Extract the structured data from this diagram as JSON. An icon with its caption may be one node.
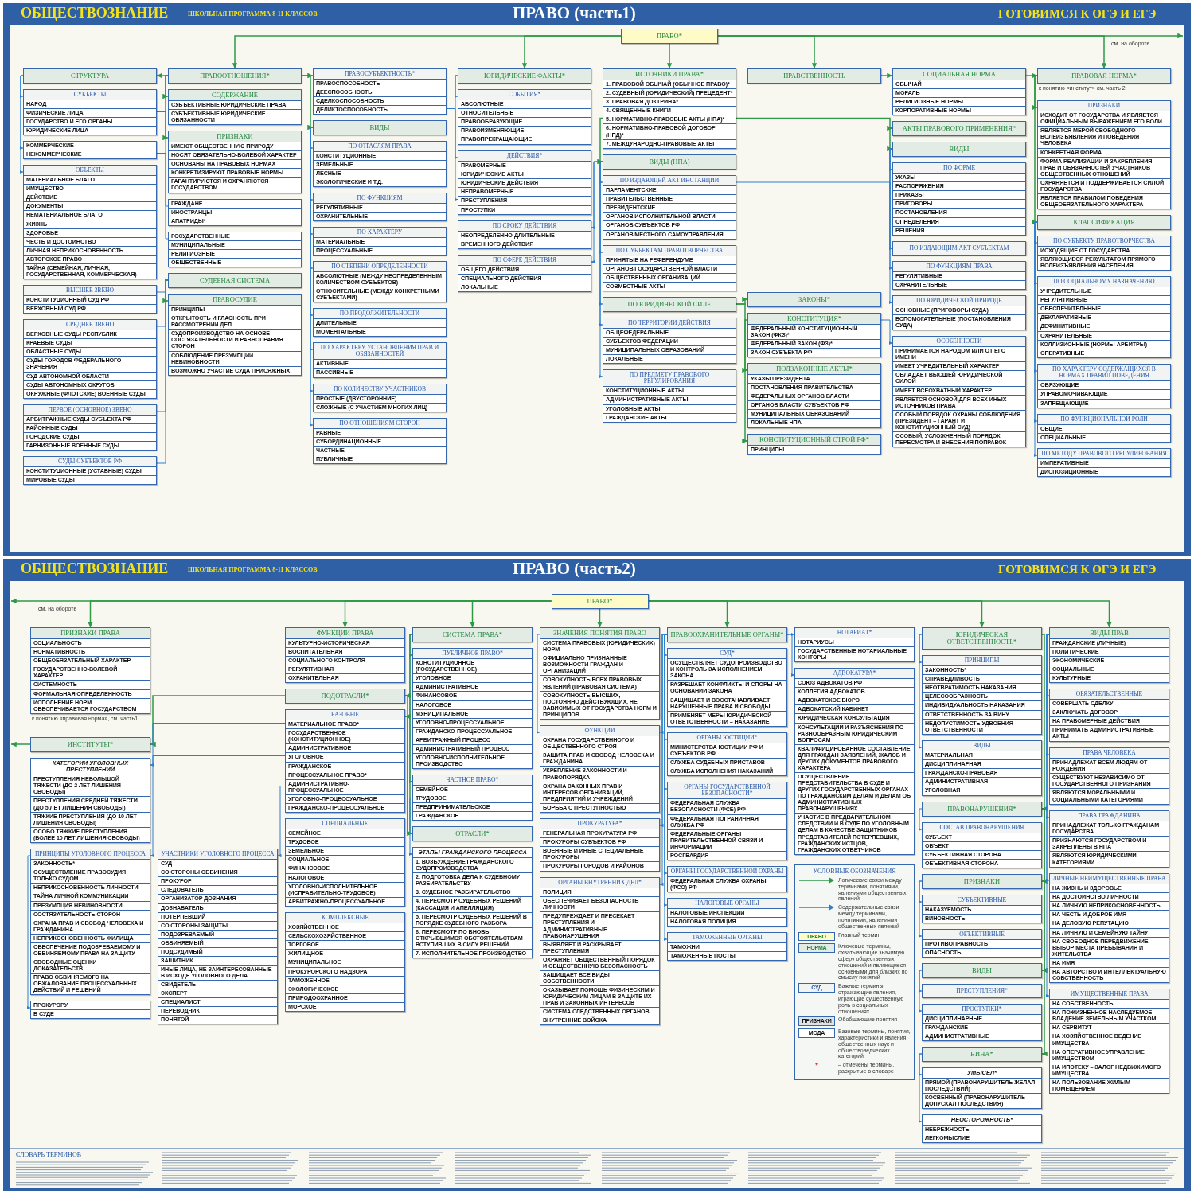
{
  "diagram": {
    "nodes": [
      {
        "text": [
          "ПРАВООТНОШЕНИЯ*"
        ]
      },
      {
        "text": [
          "СОДЕРЖАНИЕ",
          "СУБЪЕКТИВНЫЕ ЮРИДИЧЕСКИЕ ПРАВА",
          "СУБЪЕКТИВНЫЕ ЮРИДИЧЕСКИЕ ОБЯЗАННОСТИ"
        ]
      },
      {
        "text": [
          "ПРИЗНАКИ",
          "ИМЕЮТ ОБЩЕСТВЕННУЮ ПРИРОДУ",
          "НОСЯТ ОБЯЗАТЕЛЬНО-ВОЛЕВОЙ ХАРАКТЕР",
          "ОСНОВАНЫ НА ПРАВОВЫХ НОРМАХ",
          "КОНКРЕТИЗИРУЮТ ПРАВОВЫЕ НОРМЫ",
          "ГАРАНТИРУЮТСЯ И ОХРАНЯЮТСЯ ГОСУДАРСТВОМ"
        ]
      },
      {
        "text": [
          "СТРУКТУРА"
        ]
      },
      {
        "text": [
          "СУБЪЕКТЫ",
          "НАРОД",
          "ФИЗИЧЕСКИЕ ЛИЦА",
          "ГОСУДАРСТВО И ЕГО ОРГАНЫ",
          "ЮРИДИЧЕСКИЕ ЛИЦА"
        ]
      },
      {
        "text": [
          "ГРАЖДАНЕ",
          "ИНОСТРАНЦЫ",
          "АПАТРИДЫ*"
        ]
      },
      {
        "text": [
          "КОММЕРЧЕСКИЕ",
          "НЕКОММЕРЧЕСКИЕ"
        ]
      },
      {
        "text": [
          "ГОСУДАРСТВЕННЫЕ",
          "МУНИЦИПАЛЬНЫЕ",
          "РЕЛИГИОЗНЫЕ",
          "ОБЩЕСТВЕННЫЕ"
        ]
      },
      {
        "text": [
          "ОБЪЕКТЫ",
          "МАТЕРИАЛЬНОЕ БЛАГО",
          "ИМУЩЕСТВО",
          "ДЕЙСТВИЕ",
          "ДОКУМЕНТЫ",
          "НЕМАТЕРИАЛЬНОЕ БЛАГО",
          "ЖИЗНЬ",
          "ЗДОРОВЬЕ",
          "ЧЕСТЬ И ДОСТОИНСТВО",
          "ЛИЧНАЯ НЕПРИКОСНОВЕННОСТЬ",
          "АВТОРСКОЕ ПРАВО",
          "ТАЙНА (СЕМЕЙНАЯ, ЛИЧНАЯ, ГОСУДАРСТВЕННАЯ, КОММЕРЧЕСКАЯ)"
        ]
      },
      {
        "text": [
          "ПРАВОСУБЪЕКТНОСТЬ*",
          "ПРАВОСПОСОБНОСТЬ",
          "ДЕЕСПОСОБНОСТЬ",
          "СДЕЛКОСПОСОБНОСТЬ",
          "ДЕЛИКТОСПОСОБНОСТЬ"
        ]
      },
      {
        "text": [
          "ВИДЫ"
        ]
      },
      {
        "text": [
          "ПО ОТРАСЛЯМ ПРАВА",
          "КОНСТИТУЦИОННЫЕ",
          "ЗЕМЕЛЬНЫЕ",
          "ЛЕСНЫЕ",
          "ЭКОЛОГИЧЕСКИЕ И Т.Д."
        ]
      },
      {
        "text": [
          "ПО ФУНКЦИЯМ",
          "РЕГУЛЯТИВНЫЕ",
          "ОХРАНИТЕЛЬНЫЕ"
        ]
      },
      {
        "text": [
          "ПО ХАРАКТЕРУ",
          "МАТЕРИАЛЬНЫЕ",
          "ПРОЦЕССУАЛЬНЫЕ"
        ]
      },
      {
        "text": [
          "ПО СТЕПЕНИ ОПРЕДЕЛЕННОСТИ",
          "АБСОЛЮТНЫЕ (МЕЖДУ НЕОПРЕДЕЛЕННЫМ КОЛИЧЕСТВОМ СУБЪЕКТОВ)",
          "ОТНОСИТЕЛЬНЫЕ (МЕЖДУ КОНКРЕТНЫМИ СУБЪЕКТАМИ)"
        ]
      },
      {
        "text": [
          "ПО ПРОДОЛЖИТЕЛЬНОСТИ",
          "ДЛИТЕЛЬНЫЕ",
          "МОМЕНТАЛЬНЫЕ"
        ]
      },
      {
        "text": [
          "ПО ХАРАКТЕРУ УСТАНОВЛЕНИЯ ПРАВ И ОБЯЗАННОСТЕЙ",
          "АКТИВНЫЕ",
          "ПАССИВНЫЕ"
        ]
      },
      {
        "text": [
          "ПО КОЛИЧЕСТВУ УЧАСТНИКОВ",
          "ПРОСТЫЕ (ДВУСТОРОННИЕ)",
          "СЛОЖНЫЕ (С УЧАСТИЕМ МНОГИХ ЛИЦ)"
        ]
      },
      {
        "text": [
          "ПО ОТНОШЕНИЯМ СТОРОН",
          "РАВНЫЕ",
          "СУБОРДИНАЦИОННЫЕ",
          "ЧАСТНЫЕ",
          "ПУБЛИЧНЫЕ"
        ]
      },
      {
        "text": [
          "ВЫСШЕЕ ЗВЕНО",
          "КОНСТИТУЦИОННЫЙ СУД РФ",
          "ВЕРХОВНЫЙ СУД РФ"
        ]
      },
      {
        "text": [
          "СРЕДНЕЕ ЗВЕНО",
          "ВЕРХОВНЫЕ СУДЫ РЕСПУБЛИК",
          "КРАЕВЫЕ СУДЫ",
          "ОБЛАСТНЫЕ СУДЫ",
          "СУДЫ ГОРОДОВ ФЕДЕРАЛЬНОГО ЗНАЧЕНИЯ",
          "СУД АВТОНОМНОЙ ОБЛАСТИ",
          "СУДЫ АВТОНОМНЫХ ОКРУГОВ",
          "ОКРУЖНЫЕ (ФЛОТСКИЕ) ВОЕННЫЕ СУДЫ"
        ]
      },
      {
        "text": [
          "ПЕРВОЕ (ОСНОВНОЕ) ЗВЕНО",
          "АРБИТРАЖНЫЕ СУДЫ СУБЪЕКТА РФ",
          "РАЙОННЫЕ СУДЫ",
          "ГОРОДСКИЕ СУДЫ",
          "ГАРНИЗОННЫЕ ВОЕННЫЕ СУДЫ"
        ]
      },
      {
        "text": [
          "СУДЫ СУБЪЕКТОВ РФ",
          "КОНСТИТУЦИОННЫЕ (УСТАВНЫЕ) СУДЫ",
          "МИРОВЫЕ СУДЫ"
        ]
      },
      {
        "text": [
          "СУДЕБНАЯ СИСТЕМА"
        ]
      },
      {
        "text": [
          "ПРАВОСУДИЕ",
          "ПРИНЦИПЫ",
          "ОТКРЫТОСТЬ И ГЛАСНОСТЬ ПРИ РАССМОТРЕНИИ ДЕЛ",
          "СУДОПРОИЗВОДСТВО НА ОСНОВЕ СОСТЯЗАТЕЛЬНОСТИ И РАВНОПРАВИЯ СТОРОН",
          "СОБЛЮДЕНИЕ ПРЕЗУМПЦИИ НЕВИНОВНОСТИ",
          "ВОЗМОЖНО УЧАСТИЕ СУДА ПРИСЯЖНЫХ"
        ]
      },
      {
        "text": [
          "ПРАВО*"
        ]
      },
      {
        "text": [
          "ЮРИДИЧЕСКИЕ ФАКТЫ*"
        ]
      },
      {
        "text": [
          "СОБЫТИЯ*",
          "АБСОЛЮТНЫЕ",
          "ОТНОСИТЕЛЬНЫЕ",
          "ПРАВООБРАЗУЮЩИЕ",
          "ПРАВОИЗМЕНЯЮЩИЕ",
          "ПРАВОПРЕКРАЩАЮЩИЕ"
        ]
      },
      {
        "text": [
          "ДЕЙСТВИЯ*",
          "ПРАВОМЕРНЫЕ",
          "ЮРИДИЧЕСКИЕ АКТЫ",
          "ЮРИДИЧЕСКИЕ ДЕЙСТВИЯ",
          "НЕПРАВОМЕРНЫЕ",
          "ПРЕСТУПЛЕНИЯ",
          "ПРОСТУПКИ"
        ]
      },
      {
        "text": [
          "ИСТОЧНИКИ ПРАВА*",
          "1. ПРАВОВОЙ ОБЫЧАЙ (ОБЫЧНОЕ ПРАВО)*",
          "2. СУДЕБНЫЙ (ЮРИДИЧЕСКИЙ) ПРЕЦЕДЕНТ*",
          "3. ПРАВОВАЯ ДОКТРИНА*",
          "4. СВЯЩЕННЫЕ КНИГИ",
          "5. НОРМАТИВНО-ПРАВОВЫЕ АКТЫ (НПА)*",
          "6. НОРМАТИВНО-ПРАВОВОЙ ДОГОВОР (НПД)*",
          "7. МЕЖДУНАРОДНО-ПРАВОВЫЕ АКТЫ"
        ]
      },
      {
        "text": [
          "ВИДЫ (НПА)"
        ]
      },
      {
        "text": [
          "ПО ИЗДАЮЩЕЙ АКТ ИНСТАНЦИИ",
          "ПАРЛАМЕНТСКИЕ",
          "ПРАВИТЕЛЬСТВЕННЫЕ",
          "ПРЕЗИДЕНТСКИЕ",
          "ОРГАНОВ ИСПОЛНИТЕЛЬНОЙ ВЛАСТИ",
          "ОРГАНОВ СУБЪЕКТОВ РФ",
          "ОРГАНОВ МЕСТНОГО САМОУПРАВЛЕНИЯ"
        ]
      },
      {
        "text": [
          "ПО СУБЪЕКТАМ ПРАВОТВОРЧЕСТВА",
          "ПРИНЯТЫЕ НА РЕФЕРЕНДУМЕ",
          "ОРГАНОВ ГОСУДАРСТВЕННОЙ ВЛАСТИ",
          "ОБЩЕСТВЕННЫХ ОРГАНИЗАЦИЙ",
          "СОВМЕСТНЫЕ АКТЫ"
        ]
      },
      {
        "text": [
          "ПО ЮРИДИЧЕСКОЙ СИЛЕ"
        ]
      },
      {
        "text": [
          "ПО СРОКУ ДЕЙСТВИЯ",
          "НЕОПРЕДЕЛЕННО-ДЛИТЕЛЬНЫЕ",
          "ВРЕМЕННОГО ДЕЙСТВИЯ"
        ]
      },
      {
        "text": [
          "ПО ТЕРРИТОРИИ ДЕЙСТВИЯ",
          "ОБЩЕФЕДЕРАЛЬНЫЕ",
          "СУБЪЕКТОВ ФЕДЕРАЦИИ",
          "МУНИЦИПАЛЬНЫХ ОБРАЗОВАНИЙ",
          "ЛОКАЛЬНЫЕ"
        ]
      },
      {
        "text": [
          "ПО СФЕРЕ ДЕЙСТВИЯ",
          "ОБЩЕГО ДЕЙСТВИЯ",
          "СПЕЦИАЛЬНОГО ДЕЙСТВИЯ",
          "ЛОКАЛЬНЫЕ"
        ]
      },
      {
        "text": [
          "ПО ПРЕДМЕТУ ПРАВОВОГО РЕГУЛИРОВАНИЯ",
          "КОНСТИТУЦИОННЫЕ АКТЫ",
          "АДМИНИСТРАТИВНЫЕ АКТЫ",
          "УГОЛОВНЫЕ АКТЫ",
          "ГРАЖДАНСКИЕ АКТЫ"
        ]
      },
      {
        "text": [
          "ЗАКОНЫ*"
        ]
      },
      {
        "text": [
          "КОНСТИТУЦИЯ*",
          "ФЕДЕРАЛЬНЫЙ КОНСТИТУЦИОННЫЙ ЗАКОН (ФКЗ)*",
          "ФЕДЕРАЛЬНЫЙ ЗАКОН (ФЗ)*",
          "ЗАКОН СУБЪЕКТА РФ"
        ]
      },
      {
        "text": [
          "ПОДЗАКОННЫЕ АКТЫ*",
          "УКАЗЫ ПРЕЗИДЕНТА",
          "ПОСТАНОВЛЕНИЯ ПРАВИТЕЛЬСТВА",
          "ФЕДЕРАЛЬНЫХ ОРГАНОВ ВЛАСТИ",
          "ОРГАНОВ ВЛАСТИ СУБЪЕКТОВ РФ",
          "МУНИЦИПАЛЬНЫХ ОБРАЗОВАНИЙ",
          "ЛОКАЛЬНЫЕ НПА"
        ]
      },
      {
        "text": [
          "КОНСТИТУЦИОННЫЙ СТРОЙ РФ*",
          "ПРИНЦИПЫ"
        ]
      },
      {
        "text": [
          "НРАВСТВЕННОСТЬ"
        ]
      },
      {
        "text": [
          "СОЦИАЛЬНАЯ НОРМА",
          "ОБЫЧАЙ",
          "МОРАЛЬ",
          "РЕЛИГИОЗНЫЕ НОРМЫ",
          "КОРПОРАТИВНЫЕ НОРМЫ"
        ]
      },
      {
        "text": [
          "АКТЫ ПРАВОВОГО ПРИМЕНЕНИЯ*"
        ]
      },
      {
        "text": [
          "ВИДЫ"
        ]
      },
      {
        "text": [
          "ПО ФОРМЕ",
          "УКАЗЫ",
          "РАСПОРЯЖЕНИЯ",
          "ПРИКАЗЫ",
          "ПРИГОВОРЫ",
          "ПОСТАНОВЛЕНИЯ",
          "ОПРЕДЕЛЕНИЯ",
          "РЕШЕНИЯ"
        ]
      },
      {
        "text": [
          "ПО ИЗДАЮЩИМ АКТ СУБЪЕКТАМ"
        ]
      },
      {
        "text": [
          "ПО ФУНКЦИЯМ ПРАВА",
          "РЕГУЛЯТИВНЫЕ",
          "ОХРАНИТЕЛЬНЫЕ"
        ]
      },
      {
        "text": [
          "ПО ЮРИДИЧЕСКОЙ ПРИРОДЕ",
          "ОСНОВНЫЕ (ПРИГОВОРЫ СУДА)",
          "ВСПОМОГАТЕЛЬНЫЕ (ПОСТАНОВЛЕНИЯ СУДА)"
        ]
      },
      {
        "text": [
          "ОСОБЕННОСТИ",
          "ПРИНИМАЕТСЯ НАРОДОМ ИЛИ ОТ ЕГО ИМЕНИ",
          "ИМЕЕТ УЧРЕДИТЕЛЬНЫЙ ХАРАКТЕР",
          "ОБЛАДАЕТ ВЫСШЕЙ ЮРИДИЧЕСКОЙ СИЛОЙ",
          "ИМЕЕТ ВСЕОХВАТНЫЙ ХАРАКТЕР",
          "ЯВЛЯЕТСЯ ОСНОВОЙ ДЛЯ ВСЕХ ИНЫХ ИСТОЧНИКОВ ПРАВА",
          "ОСОБЫЙ ПОРЯДОК ОХРАНЫ СОБЛЮДЕНИЯ (ПРЕЗИДЕНТ – ГАРАНТ И КОНСТИТУЦИОННЫЙ СУД)",
          "ОСОБЫЙ, УСЛОЖНЕННЫЙ ПОРЯДОК ПЕРЕСМОТРА И ВНЕСЕНИЯ ПОПРАВОК"
        ]
      },
      {
        "text": [
          "ПРАВОВАЯ НОРМА*"
        ]
      },
      {
        "text": [
          "ПРИЗНАКИ",
          "ИСХОДИТ ОТ ГОСУДАРСТВА И ЯВЛЯЕТСЯ ОФИЦИАЛЬНЫМ ВЫРАЖЕНИЕМ ЕГО ВОЛИ",
          "ЯВЛЯЕТСЯ МЕРОЙ СВОБОДНОГО ВОЛЕИЗЪЯВЛЕНИЯ И ПОВЕДЕНИЯ ЧЕЛОВЕКА",
          "КОНКРЕТНАЯ ФОРМА",
          "ФОРМА РЕАЛИЗАЦИИ И ЗАКРЕПЛЕНИЯ ПРАВ И ОБЯЗАННОСТЕЙ УЧАСТНИКОВ ОБЩЕСТВЕННЫХ ОТНОШЕНИЙ",
          "ОХРАНЯЕТСЯ И ПОДДЕРЖИВАЕТСЯ СИЛОЙ ГОСУДАРСТВА",
          "ЯВЛЯЕТСЯ ПРАВИЛОМ ПОВЕДЕНИЯ ОБЩЕОБЯЗАТЕЛЬНОГО ХАРАКТЕРА"
        ]
      },
      {
        "text": [
          "КЛАССИФИКАЦИЯ"
        ]
      },
      {
        "text": [
          "ПО СУБЪЕКТУ ПРАВОТВОРЧЕСТВА",
          "ИСХОДЯЩИЕ ОТ ГОСУДАРСТВА",
          "ЯВЛЯЮЩИЕСЯ РЕЗУЛЬТАТОМ ПРЯМОГО ВОЛЕИЗЪЯВЛЕНИЯ НАСЕЛЕНИЯ"
        ]
      },
      {
        "text": [
          "ПО СОЦИАЛЬНОМУ НАЗНАЧЕНИЮ",
          "УЧРЕДИТЕЛЬНЫЕ",
          "РЕГУЛЯТИВНЫЕ",
          "ОБЕСПЕЧИТЕЛЬНЫЕ",
          "ДЕКЛАРАТИВНЫЕ",
          "ДЕФИНИТИВНЫЕ",
          "ОХРАНИТЕЛЬНЫЕ",
          "КОЛЛИЗИОННЫЕ (НОРМЫ-АРБИТРЫ)",
          "ОПЕРАТИВНЫЕ"
        ]
      },
      {
        "text": [
          "ПО ХАРАКТЕРУ СОДЕРЖАЩИХСЯ В НОРМАХ ПРАВИЛ ПОВЕДЕНИЯ",
          "ОБЯЗУЮЩИЕ",
          "УПРАВОМОЧИВАЮЩИЕ",
          "ЗАПРЕЩАЮЩИЕ"
        ]
      },
      {
        "text": [
          "ПО ФУНКЦИОНАЛЬНОЙ РОЛИ",
          "ОБЩИЕ",
          "СПЕЦИАЛЬНЫЕ"
        ]
      },
      {
        "text": [
          "ПО МЕТОДУ ПРАВОВОГО РЕГУЛИРОВАНИЯ",
          "ИМПЕРАТИВНЫЕ",
          "ДИСПОЗИЦИОННЫЕ"
        ]
      },
      {
        "text": [
          "ПРАВО*"
        ]
      },
      {
        "text": [
          "ПРИЗНАКИ ПРАВА",
          "СОЦИАЛЬНОСТЬ",
          "НОРМАТИВНОСТЬ",
          "ОБЩЕОБЯЗАТЕЛЬНЫЙ ХАРАКТЕР",
          "ГОСУДАРСТВЕННО-ВОЛЕВОЙ ХАРАКТЕР",
          "СИСТЕМНОСТЬ",
          "ФОРМАЛЬНАЯ ОПРЕДЕЛЕННОСТЬ",
          "ИСПОЛНЕНИЕ НОРМ ОБЕСПЕЧИВАЕТСЯ ГОСУДАРСТВОМ"
        ]
      },
      {
        "text": [
          "ФУНКЦИИ ПРАВА",
          "КУЛЬТУРНО-ИСТОРИЧЕСКАЯ",
          "ВОСПИТАТЕЛЬНАЯ",
          "СОЦИАЛЬНОГО КОНТРОЛЯ",
          "РЕГУЛЯТИВНАЯ",
          "ОХРАНИТЕЛЬНАЯ"
        ]
      },
      {
        "text": [
          "СИСТЕМА ПРАВА*"
        ]
      },
      {
        "text": [
          "ПУБЛИЧНОЕ ПРАВО*",
          "КОНСТИТУЦИОННОЕ (ГОСУДАРСТВЕННОЕ)",
          "УГОЛОВНОЕ",
          "АДМИНИСТРАТИВНОЕ",
          "ФИНАНСОВОЕ",
          "НАЛОГОВОЕ",
          "МУНИЦИПАЛЬНОЕ",
          "УГОЛОВНО-ПРОЦЕССУАЛЬНОЕ",
          "ГРАЖДАНСКО-ПРОЦЕССУАЛЬНОЕ",
          "АРБИТРАЖНЫЙ ПРОЦЕСС",
          "АДМИНИСТРАТИВНЫЙ ПРОЦЕСС",
          "УГОЛОВНО-ИСПОЛНИТЕЛЬНОЕ ПРОИЗВОДСТВО"
        ]
      },
      {
        "text": [
          "ЧАСТНОЕ ПРАВО*",
          "СЕМЕЙНОЕ",
          "ТРУДОВОЕ",
          "ПРЕДПРИНИМАТЕЛЬСКОЕ",
          "ГРАЖДАНСКОЕ"
        ]
      },
      {
        "text": [
          "ИНСТИТУТЫ*"
        ]
      },
      {
        "text": [
          "ПОДОТРАСЛИ*"
        ]
      },
      {
        "text": [
          "ОТРАСЛИ*"
        ]
      },
      {
        "text": [
          "КАТЕГОРИИ УГОЛОВНЫХ ПРЕСТУПЛЕНИЙ",
          "ПРЕСТУПЛЕНИЯ НЕБОЛЬШОЙ ТЯЖЕСТИ (ДО 2 ЛЕТ ЛИШЕНИЯ СВОБОДЫ)",
          "ПРЕСТУПЛЕНИЯ СРЕДНЕЙ ТЯЖЕСТИ (ДО 5 ЛЕТ ЛИШЕНИЯ СВОБОДЫ)",
          "ТЯЖКИЕ ПРЕСТУПЛЕНИЯ (ДО 10 ЛЕТ ЛИШЕНИЯ СВОБОДЫ)",
          "ОСОБО ТЯЖКИЕ ПРЕСТУПЛЕНИЯ (БОЛЕЕ 10 ЛЕТ ЛИШЕНИЯ СВОБОДЫ)"
        ]
      },
      {
        "text": [
          "ПРИНЦИПЫ УГОЛОВНОГО ПРОЦЕССА",
          "ЗАКОННОСТЬ*",
          "ОСУЩЕСТВЛЕНИЕ ПРАВОСУДИЯ ТОЛЬКО СУДОМ",
          "НЕПРИКОСНОВЕННОСТЬ ЛИЧНОСТИ",
          "ТАЙНА ЛИЧНОЙ КОММУНИКАЦИИ",
          "ПРЕЗУМПЦИЯ НЕВИНОВНОСТИ",
          "СОСТЯЗАТЕЛЬНОСТЬ СТОРОН",
          "ОХРАНА ПРАВ И СВОБОД ЧЕЛОВЕКА И ГРАЖДАНИНА",
          "НЕПРИКОСНОВЕННОСТЬ ЖИЛИЩА",
          "ОБЕСПЕЧЕНИЕ ПОДОЗРЕВАЕМОМУ И ОБВИНЯЕМОМУ ПРАВА НА ЗАЩИТУ",
          "СВОБОДНЫЕ ОЦЕНКИ ДОКАЗАТЕЛЬСТВ",
          "ПРАВО ОБВИНЯЕМОГО НА ОБЖАЛОВАНИЕ ПРОЦЕССУАЛЬНЫХ ДЕЙСТВИЙ И РЕШЕНИЙ"
        ]
      },
      {
        "text": [
          "ПРОКУРОРУ",
          "В СУДЕ"
        ]
      },
      {
        "text": [
          "УЧАСТНИКИ УГОЛОВНОГО ПРОЦЕССА",
          "СУД",
          "СО СТОРОНЫ ОБВИНЕНИЯ",
          "ПРОКУРОР",
          "СЛЕДОВАТЕЛЬ",
          "ОРГАНИЗАТОР ДОЗНАНИЯ",
          "ДОЗНАВАТЕЛЬ",
          "ПОТЕРПЕВШИЙ",
          "СО СТОРОНЫ ЗАЩИТЫ",
          "ПОДОЗРЕВАЕМЫЙ",
          "ОБВИНЯЕМЫЙ",
          "ПОДСУДИМЫЙ",
          "ЗАЩИТНИК",
          "ИНЫЕ ЛИЦА, НЕ ЗАИНТЕРЕСОВАННЫЕ В ИСХОДЕ УГОЛОВНОГО ДЕЛА",
          "СВИДЕТЕЛЬ",
          "ЭКСПЕРТ",
          "СПЕЦИАЛИСТ",
          "ПЕРЕВОДЧИК",
          "ПОНЯТОЙ"
        ]
      },
      {
        "text": [
          "БАЗОВЫЕ",
          "МАТЕРИАЛЬНОЕ ПРАВО*",
          "ГОСУДАРСТВЕННОЕ (КОНСТИТУЦИОННОЕ)",
          "АДМИНИСТРАТИВНОЕ",
          "УГОЛОВНОЕ",
          "ГРАЖДАНСКОЕ",
          "ПРОЦЕССУАЛЬНОЕ ПРАВО*",
          "АДМИНИСТРАТИВНО-ПРОЦЕССУАЛЬНОЕ",
          "УГОЛОВНО-ПРОЦЕССУАЛЬНОЕ",
          "ГРАЖДАНСКО-ПРОЦЕССУАЛЬНОЕ"
        ]
      },
      {
        "text": [
          "СПЕЦИАЛЬНЫЕ",
          "СЕМЕЙНОЕ",
          "ТРУДОВОЕ",
          "ЗЕМЕЛЬНОЕ",
          "СОЦИАЛЬНОЕ",
          "ФИНАНСОВОЕ",
          "НАЛОГОВОЕ",
          "УГОЛОВНО-ИСПОЛНИТЕЛЬНОЕ (ИСПРАВИТЕЛЬНО-ТРУДОВОЕ)",
          "АРБИТРАЖНО-ПРОЦЕССУАЛЬНОЕ"
        ]
      },
      {
        "text": [
          "КОМПЛЕКСНЫЕ",
          "ХОЗЯЙСТВЕННОЕ",
          "СЕЛЬСКОХОЗЯЙСТВЕННОЕ",
          "ТОРГОВОЕ",
          "ЖИЛИЩНОЕ",
          "МУНИЦИПАЛЬНОЕ",
          "ПРОКУРОРСКОГО НАДЗОРА",
          "ТАМОЖЕННОЕ",
          "ЭКОЛОГИЧЕСКОЕ",
          "ПРИРОДООХРАННОЕ",
          "МОРСКОЕ"
        ]
      },
      {
        "text": [
          "ЭТАПЫ ГРАЖДАНСКОГО ПРОЦЕССА",
          "1. ВОЗБУЖДЕНИЕ ГРАЖДАНСКОГО СУДОПРОИЗВОДСТВА",
          "2. ПОДГОТОВКА ДЕЛА К СУДЕБНОМУ РАЗБИРАТЕЛЬСТВУ",
          "3. СУДЕБНОЕ РАЗБИРАТЕЛЬСТВО",
          "4. ПЕРЕСМОТР СУДЕБНЫХ РЕШЕНИЙ (КАССАЦИЯ И АПЕЛЛЯЦИЯ)",
          "5. ПЕРЕСМОТР СУДЕБНЫХ РЕШЕНИЙ В ПОРЯДКЕ СУДЕБНОГО РАЗБОРА",
          "6. ПЕРЕСМОТР ПО ВНОВЬ ОТКРЫВШИМСЯ ОБСТОЯТЕЛЬСТВАМ ВСТУПИВШИХ В СИЛУ РЕШЕНИЙ",
          "7. ИСПОЛНИТЕЛЬНОЕ ПРОИЗВОДСТВО"
        ]
      },
      {
        "text": [
          "ЗНАЧЕНИЯ ПОНЯТИЯ ПРАВО",
          "СИСТЕМА ПРАВОВЫХ (ЮРИДИЧЕСКИХ) НОРМ",
          "ОФИЦИАЛЬНО ПРИЗНАННЫЕ ВОЗМОЖНОСТИ ГРАЖДАН И ОРГАНИЗАЦИЙ",
          "СОВОКУПНОСТЬ ВСЕХ ПРАВОВЫХ ЯВЛЕНИЙ (ПРАВОВАЯ СИСТЕМА)",
          "СОВОКУПНОСТЬ ВЫСШИХ, ПОСТОЯННО ДЕЙСТВУЮЩИХ, НЕ ЗАВИСИМЫХ ОТ ГОСУДАРСТВА НОРМ И ПРИНЦИПОВ"
        ]
      },
      {
        "text": [
          "ФУНКЦИИ",
          "ОХРАНА ГОСУДАРСТВЕННОГО И ОБЩЕСТВЕННОГО СТРОЯ",
          "ЗАЩИТА ПРАВ И СВОБОД ЧЕЛОВЕКА И ГРАЖДАНИНА",
          "УКРЕПЛЕНИЕ ЗАКОННОСТИ И ПРАВОПОРЯДКА",
          "ОХРАНА ЗАКОННЫХ ПРАВ И ИНТЕРЕСОВ ОРГАНИЗАЦИЙ, ПРЕДПРИЯТИЙ И УЧРЕЖДЕНИЙ",
          "БОРЬБА С ПРЕСТУПНОСТЬЮ"
        ]
      },
      {
        "text": [
          "ПРОКУРАТУРА*",
          "ГЕНЕРАЛЬНАЯ ПРОКУРАТУРА РФ",
          "ПРОКУРОРЫ СУБЪЕКТОВ РФ",
          "ВОЕННЫЕ И ИНЫЕ СПЕЦИАЛЬНЫЕ ПРОКУРОРЫ",
          "ПРОКУРОРЫ ГОРОДОВ И РАЙОНОВ"
        ]
      },
      {
        "text": [
          "ОРГАНЫ ВНУТРЕННИХ ДЕЛ*",
          "ПОЛИЦИЯ",
          "ОБЕСПЕЧИВАЕТ БЕЗОПАСНОСТЬ ЛИЧНОСТИ",
          "ПРЕДУПРЕЖДАЕТ И ПРЕСЕКАЕТ ПРЕСТУПЛЕНИЯ И АДМИНИСТРАТИВНЫЕ ПРАВОНАРУШЕНИЯ",
          "ВЫЯВЛЯЕТ И РАСКРЫВАЕТ ПРЕСТУПЛЕНИЯ",
          "ОХРАНЯЕТ ОБЩЕСТВЕННЫЙ ПОРЯДОК И ОБЩЕСТВЕННУЮ БЕЗОПАСНОСТЬ",
          "ЗАЩИЩАЕТ ВСЕ ВИДЫ СОБСТВЕННОСТИ",
          "ОКАЗЫВАЕТ ПОМОЩЬ ФИЗИЧЕСКИМ И ЮРИДИЧЕСКИМ ЛИЦАМ В ЗАЩИТЕ ИХ ПРАВ И ЗАКОННЫХ ИНТЕРЕСОВ",
          "СИСТЕМА СЛЕДСТВЕННЫХ ОРГАНОВ",
          "ВНУТРЕННИЕ ВОЙСКА"
        ]
      },
      {
        "text": [
          "ПРАВООХРАНИТЕЛЬНЫЕ ОРГАНЫ*"
        ]
      },
      {
        "text": [
          "СУД*",
          "ОСУЩЕСТВЛЯЕТ СУДОПРОИЗВОДСТВО И КОНТРОЛЬ ЗА ИСПОЛНЕНИЕМ ЗАКОНА",
          "РАЗРЕШАЕТ КОНФЛИКТЫ И СПОРЫ НА ОСНОВАНИИ ЗАКОНА",
          "ЗАЩИЩАЕТ И ВОССТАНАВЛИВАЕТ НАРУШЕННЫЕ ПРАВА И СВОБОДЫ",
          "ПРИМЕНЯЕТ МЕРЫ ЮРИДИЧЕСКОЙ ОТВЕТСТВЕННОСТИ – НАКАЗАНИЕ"
        ]
      },
      {
        "text": [
          "ОРГАНЫ ЮСТИЦИИ*",
          "МИНИСТЕРСТВА ЮСТИЦИИ РФ И СУБЪЕКТОВ РФ",
          "СЛУЖБА СУДЕБНЫХ ПРИСТАВОВ",
          "СЛУЖБА ИСПОЛНЕНИЯ НАКАЗАНИЙ"
        ]
      },
      {
        "text": [
          "ОРГАНЫ ГОСУДАРСТВЕННОЙ БЕЗОПАСНОСТИ*",
          "ФЕДЕРАЛЬНАЯ СЛУЖБА БЕЗОПАСНОСТИ (ФСБ) РФ",
          "ФЕДЕРАЛЬНАЯ ПОГРАНИЧНАЯ СЛУЖБА РФ",
          "ФЕДЕРАЛЬНЫЕ ОРГАНЫ ПРАВИТЕЛЬСТВЕННОЙ СВЯЗИ И ИНФОРМАЦИИ",
          "РОСГВАРДИЯ"
        ]
      },
      {
        "text": [
          "ОРГАНЫ ГОСУДАРСТВЕННОЙ ОХРАНЫ",
          "ФЕДЕРАЛЬНАЯ СЛУЖБА ОХРАНЫ (ФСО) РФ"
        ]
      },
      {
        "text": [
          "НАЛОГОВЫЕ ОРГАНЫ",
          "НАЛОГОВЫЕ ИНСПЕКЦИИ",
          "НАЛОГОВАЯ ПОЛИЦИЯ"
        ]
      },
      {
        "text": [
          "ТАМОЖЕННЫЕ ОРГАНЫ",
          "ТАМОЖНИ",
          "ТАМОЖЕННЫЕ ПОСТЫ"
        ]
      },
      {
        "text": [
          "НОТАРИАТ*",
          "НОТАРИУСЫ",
          "ГОСУДАРСТВЕННЫЕ НОТАРИАЛЬНЫЕ КОНТОРЫ"
        ]
      },
      {
        "text": [
          "АДВОКАТУРА*",
          "СОЮЗ АДВОКАТОВ РФ",
          "КОЛЛЕГИЯ АДВОКАТОВ",
          "АДВОКАТСКОЕ БЮРО",
          "АДВОКАТСКИЙ КАБИНЕТ",
          "ЮРИДИЧЕСКАЯ КОНСУЛЬТАЦИЯ",
          "КОНСУЛЬТАЦИИ И РАЗЪЯСНЕНИЯ ПО РАЗНООБРАЗНЫМ ЮРИДИЧЕСКИМ ВОПРОСАМ",
          "КВАЛИФИЦИРОВАННОЕ СОСТАВЛЕНИЕ ДЛЯ ГРАЖДАН ЗАЯВЛЕНИЙ, ЖАЛОБ И ДРУГИХ ДОКУМЕНТОВ ПРАВОВОГО ХАРАКТЕРА",
          "ОСУЩЕСТВЛЕНИЕ ПРЕДСТАВИТЕЛЬСТВА В СУДЕ И ДРУГИХ ГОСУДАРСТВЕННЫХ ОРГАНАХ ПО ГРАЖДАНСКИМ ДЕЛАМ И ДЕЛАМ ОБ АДМИНИСТРАТИВНЫХ ПРАВОНАРУШЕНИЯХ",
          "УЧАСТИЕ В ПРЕДВАРИТЕЛЬНОМ СЛЕДСТВИИ И В СУДЕ ПО УГОЛОВНЫМ ДЕЛАМ В КАЧЕСТВЕ ЗАЩИТНИКОВ ПРЕДСТАВИТЕЛЕЙ ПОТЕРПЕВШИХ, ГРАЖДАНСКИХ ИСТЦОВ, ГРАЖДАНСКИХ ОТВЕТЧИКОВ"
        ]
      },
      {
        "text": [
          "ЮРИДИЧЕСКАЯ ОТВЕТСТВЕННОСТЬ*"
        ]
      },
      {
        "text": [
          "ПРИНЦИПЫ",
          "ЗАКОННОСТЬ*",
          "СПРАВЕДЛИВОСТЬ",
          "НЕОТВРАТИМОСТЬ НАКАЗАНИЯ",
          "ЦЕЛЕСООБРАЗНОСТЬ",
          "ИНДИВИДУАЛЬНОСТЬ НАКАЗАНИЯ",
          "ОТВЕТСТВЕННОСТЬ ЗА ВИНУ",
          "НЕДОПУСТИМОСТЬ УДВОЕНИЯ ОТВЕТСТВЕННОСТИ"
        ]
      },
      {
        "text": [
          "ВИДЫ",
          "МАТЕРИАЛЬНАЯ",
          "ДИСЦИПЛИНАРНАЯ",
          "ГРАЖДАНСКО-ПРАВОВАЯ",
          "АДМИНИСТРАТИВНАЯ",
          "УГОЛОВНАЯ"
        ]
      },
      {
        "text": [
          "ПРАВОНАРУШЕНИЯ*"
        ]
      },
      {
        "text": [
          "СОСТАВ ПРАВОНАРУШЕНИЯ",
          "СУБЪЕКТ",
          "ОБЪЕКТ",
          "СУБЪЕКТИВНАЯ СТОРОНА",
          "ОБЪЕКТИВНАЯ СТОРОНА"
        ]
      },
      {
        "text": [
          "ПРИЗНАКИ"
        ]
      },
      {
        "text": [
          "СУБЪЕКТИВНЫЕ",
          "НАКАЗУЕМОСТЬ",
          "ВИНОВНОСТЬ"
        ]
      },
      {
        "text": [
          "ОБЪЕКТИВНЫЕ",
          "ПРОТИВОПРАВНОСТЬ",
          "ОПАСНОСТЬ"
        ]
      },
      {
        "text": [
          "ВИДЫ"
        ]
      },
      {
        "text": [
          "ПРЕСТУПЛЕНИЯ*"
        ]
      },
      {
        "text": [
          "ПРОСТУПКИ*",
          "ДИСЦИПЛИНАРНЫЕ",
          "ГРАЖДАНСКИЕ",
          "АДМИНИСТРАТИВНЫЕ"
        ]
      },
      {
        "text": [
          "ВИНА*"
        ]
      },
      {
        "text": [
          "УМЫСЕЛ*",
          "ПРЯМОЙ (ПРАВОНАРУШИТЕЛЬ ЖЕЛАЛ ПОСЛЕДСТВИЙ)",
          "КОСВЕННЫЙ (ПРАВОНАРУШИТЕЛЬ ДОПУСКАЛ ПОСЛЕДСТВИЯ)"
        ]
      },
      {
        "text": [
          "НЕОСТОРОЖНОСТЬ*",
          "НЕБРЕЖНОСТЬ",
          "ЛЕГКОМЫСЛИЕ"
        ]
      },
      {
        "text": [
          "ВИДЫ ПРАВ",
          "ГРАЖДАНСКИЕ (ЛИЧНЫЕ)",
          "ПОЛИТИЧЕСКИЕ",
          "ЭКОНОМИЧЕСКИЕ",
          "СОЦИАЛЬНЫЕ",
          "КУЛЬТУРНЫЕ"
        ]
      },
      {
        "text": [
          "ОБЯЗАТЕЛЬСТВЕННЫЕ",
          "СОВЕРШАТЬ СДЕЛКУ",
          "ЗАКЛЮЧАТЬ ДОГОВОР",
          "НА ПРАВОМЕРНЫЕ ДЕЙСТВИЯ",
          "ПРИНИМАТЬ АДМИНИСТРАТИВНЫЕ АКТЫ"
        ]
      },
      {
        "text": [
          "ПРАВА ЧЕЛОВЕКА",
          "ПРИНАДЛЕЖАТ ВСЕМ ЛЮДЯМ ОТ РОЖДЕНИЯ",
          "СУЩЕСТВУЮТ НЕЗАВИСИМО ОТ ГОСУДАРСТВЕННОГО ПРИЗНАНИЯ",
          "ЯВЛЯЮТСЯ МОРАЛЬНЫМИ И СОЦИАЛЬНЫМИ КАТЕГОРИЯМИ"
        ]
      },
      {
        "text": [
          "ПРАВА ГРАЖДАНИНА",
          "ПРИНАДЛЕЖАТ ТОЛЬКО ГРАЖДАНАМ ГОСУДАРСТВА",
          "ПРИЗНАЮТСЯ ГОСУДАРСТВОМ И ЗАКРЕПЛЕНЫ В НПА",
          "ЯВЛЯЮТСЯ ЮРИДИЧЕСКИМИ КАТЕГОРИЯМИ"
        ]
      },
      {
        "text": [
          "ЛИЧНЫЕ НЕИМУЩЕСТВЕННЫЕ ПРАВА",
          "НА ЖИЗНЬ И ЗДОРОВЬЕ",
          "НА ДОСТОИНСТВО ЛИЧНОСТИ",
          "НА ЛИЧНУЮ НЕПРИКОСНОВЕННОСТЬ",
          "НА ЧЕСТЬ И ДОБРОЕ ИМЯ",
          "НА ДЕЛОВУЮ РЕПУТАЦИЮ",
          "НА ЛИЧНУЮ И СЕМЕЙНУЮ ТАЙНУ",
          "НА СВОБОДНОЕ ПЕРЕДВИЖЕНИЕ, ВЫБОР МЕСТА ПРЕБЫВАНИЯ И ЖИТЕЛЬСТВА",
          "НА ИМЯ",
          "НА АВТОРСТВО И ИНТЕЛЛЕКТУАЛЬНУЮ СОБСТВЕННОСТЬ"
        ]
      },
      {
        "text": [
          "ИМУЩЕСТВЕННЫЕ ПРАВА",
          "НА СОБСТВЕННОСТЬ",
          "НА ПОЖИЗНЕННОЕ НАСЛЕДУЕМОЕ ВЛАДЕНИЕ ЗЕМЕЛЬНЫМ УЧАСТКОМ",
          "НА СЕРВИТУТ",
          "НА ХОЗЯЙСТВЕННОЕ ВЕДЕНИЕ ИМУЩЕСТВА",
          "НА ОПЕРАТИВНОЕ УПРАВЛЕНИЕ ИМУЩЕСТВОМ",
          "НА ИПОТЕКУ – ЗАЛОГ НЕДВИЖИМОГО ИМУЩЕСТВА",
          "НА ПОЛЬЗОВАНИЕ ЖИЛЫМ ПОМЕЩЕНИЕМ"
        ]
      }
    ],
    "edges": [
      {
        "from": 25,
        "to": 0,
        "arrow": "to",
        "color": "#2e9a48"
      },
      {
        "from": 25,
        "to": 26,
        "arrow": "to",
        "color": "#2e9a48"
      },
      {
        "from": 25,
        "to": 29,
        "arrow": "to",
        "color": "#2e9a48"
      },
      {
        "from": 25,
        "to": 42,
        "arrow": "to",
        "color": "#2e9a48"
      },
      {
        "from": 25,
        "to": 51,
        "arrow": "to",
        "color": "#2e9a48"
      },
      {
        "from": 42,
        "to": 43,
        "arrow": "to",
        "color": "#2e9a48"
      },
      {
        "from": 43,
        "to": 51,
        "arrow": "to",
        "color": "#2e9a48"
      },
      {
        "from": 25,
        "to": null,
        "arrow": "to",
        "color": "#2e9a48"
      },
      {
        "from": 0,
        "to": 1,
        "arrow": "to",
        "color": "#2e9a48"
      },
      {
        "from": 0,
        "to": 2,
        "arrow": "to",
        "color": "#2e9a48"
      },
      {
        "from": 0,
        "to": 3,
        "arrow": "to",
        "color": "#2e9a48"
      },
      {
        "from": 0,
        "to": 9,
        "arrow": "to",
        "color": "#2e9a48"
      },
      {
        "from": 0,
        "to": 10,
        "arrow": "to",
        "color": "#2e9a48"
      },
      {
        "from": 3,
        "to": 4,
        "arrow": "to"
      },
      {
        "from": 3,
        "to": 6,
        "arrow": "to"
      },
      {
        "from": 3,
        "to": 8,
        "arrow": "to"
      },
      {
        "from": 4,
        "to": 5,
        "arrow": "none"
      },
      {
        "from": 6,
        "to": 7,
        "arrow": "none"
      },
      {
        "from": 10,
        "to": 11,
        "arrow": "to"
      },
      {
        "from": 10,
        "to": 12,
        "arrow": "to"
      },
      {
        "from": 10,
        "to": 13,
        "arrow": "to"
      },
      {
        "from": 10,
        "to": 14,
        "arrow": "to"
      },
      {
        "from": 10,
        "to": 15,
        "arrow": "to"
      },
      {
        "from": 10,
        "to": 16,
        "arrow": "to"
      },
      {
        "from": 10,
        "to": 17,
        "arrow": "to"
      },
      {
        "from": 10,
        "to": 18,
        "arrow": "to"
      },
      {
        "from": 9,
        "to": 28,
        "arrow": "to"
      },
      {
        "from": 26,
        "to": 27,
        "arrow": "to"
      },
      {
        "from": 26,
        "to": 28,
        "arrow": "to"
      },
      {
        "from": 29,
        "to": 30,
        "arrow": "to",
        "color": "#2e9a48"
      },
      {
        "from": 29,
        "to": 44,
        "arrow": "to",
        "color": "#2e9a48"
      },
      {
        "from": 30,
        "to": 31,
        "arrow": "to"
      },
      {
        "from": 30,
        "to": 32,
        "arrow": "to"
      },
      {
        "from": 30,
        "to": 33,
        "arrow": "to"
      },
      {
        "from": 30,
        "to": 35,
        "arrow": "to"
      },
      {
        "from": 30,
        "to": 37,
        "arrow": "to"
      },
      {
        "from": 30,
        "to": 34,
        "arrow": "to"
      },
      {
        "from": 30,
        "to": 36,
        "arrow": "to"
      },
      {
        "from": 33,
        "to": 38,
        "arrow": "to",
        "color": "#2e9a48"
      },
      {
        "from": 33,
        "to": 40,
        "arrow": "to",
        "color": "#2e9a48"
      },
      {
        "from": 31,
        "to": 47,
        "arrow": "to"
      },
      {
        "from": 44,
        "to": 45,
        "arrow": "to",
        "color": "#2e9a48"
      },
      {
        "from": 45,
        "to": 46,
        "arrow": "to"
      },
      {
        "from": 45,
        "to": 47,
        "arrow": "to"
      },
      {
        "from": 45,
        "to": 48,
        "arrow": "to"
      },
      {
        "from": 45,
        "to": 49,
        "arrow": "to"
      },
      {
        "from": 39,
        "to": 50,
        "arrow": "to"
      },
      {
        "from": 39,
        "to": 41,
        "arrow": "to",
        "color": "#2e9a48"
      },
      {
        "from": 51,
        "to": 52,
        "arrow": "to",
        "color": "#2e9a48"
      },
      {
        "from": 51,
        "to": 53,
        "arrow": "to",
        "color": "#2e9a48"
      },
      {
        "from": 53,
        "to": 54,
        "arrow": "to"
      },
      {
        "from": 53,
        "to": 55,
        "arrow": "to"
      },
      {
        "from": 53,
        "to": 56,
        "arrow": "to"
      },
      {
        "from": 53,
        "to": 57,
        "arrow": "to"
      },
      {
        "from": 53,
        "to": 58,
        "arrow": "to"
      },
      {
        "from": 19,
        "to": 23,
        "arrow": "to"
      },
      {
        "from": 20,
        "to": 23,
        "arrow": "to"
      },
      {
        "from": 21,
        "to": 23,
        "arrow": "to"
      },
      {
        "from": 22,
        "to": 23,
        "arrow": "to"
      },
      {
        "from": 23,
        "to": 24,
        "arrow": "to",
        "color": "#2e9a48"
      },
      {
        "from": 59,
        "to": 60,
        "arrow": "to",
        "color": "#2e9a48"
      },
      {
        "from": 59,
        "to": 61,
        "arrow": "to",
        "color": "#2e9a48"
      },
      {
        "from": 59,
        "to": 62,
        "arrow": "to",
        "color": "#2e9a48"
      },
      {
        "from": 59,
        "to": 80,
        "arrow": "to",
        "color": "#2e9a48"
      },
      {
        "from": 59,
        "to": 89,
        "arrow": "to",
        "color": "#2e9a48"
      },
      {
        "from": 59,
        "to": 103,
        "arrow": "to",
        "color": "#2e9a48"
      },
      {
        "from": 59,
        "to": 76,
        "arrow": "to",
        "color": "#2e9a48"
      },
      {
        "from": 59,
        "to": null,
        "arrow": "to",
        "color": "#2e9a48"
      },
      {
        "from": 62,
        "to": 63,
        "arrow": "to"
      },
      {
        "from": 62,
        "to": 64,
        "arrow": "to"
      },
      {
        "from": 62,
        "to": 67,
        "arrow": "to",
        "color": "#2e9a48"
      },
      {
        "from": 67,
        "to": 66,
        "arrow": "to",
        "color": "#2e9a48"
      },
      {
        "from": 67,
        "to": 72,
        "arrow": "to",
        "color": "#2e9a48"
      },
      {
        "from": 66,
        "to": 65,
        "arrow": "to",
        "color": "#2e9a48"
      },
      {
        "from": 65,
        "to": null,
        "arrow": "to",
        "color": "#2e9a48"
      },
      {
        "from": 72,
        "to": 68,
        "arrow": "to"
      },
      {
        "from": 72,
        "to": 69,
        "arrow": "to"
      },
      {
        "from": 72,
        "to": 71,
        "arrow": "to"
      },
      {
        "from": 69,
        "to": 70,
        "arrow": "to"
      },
      {
        "from": 72,
        "to": 75,
        "arrow": "to"
      },
      {
        "from": 76,
        "to": 77,
        "arrow": "to"
      },
      {
        "from": 80,
        "to": 77,
        "arrow": "to"
      },
      {
        "from": 80,
        "to": 78,
        "arrow": "to"
      },
      {
        "from": 80,
        "to": 79,
        "arrow": "to"
      },
      {
        "from": 80,
        "to": 81,
        "arrow": "to"
      },
      {
        "from": 80,
        "to": 82,
        "arrow": "to"
      },
      {
        "from": 80,
        "to": 83,
        "arrow": "to"
      },
      {
        "from": 80,
        "to": 84,
        "arrow": "to"
      },
      {
        "from": 80,
        "to": 85,
        "arrow": "to"
      },
      {
        "from": 80,
        "to": 86,
        "arrow": "to"
      },
      {
        "from": 80,
        "to": 87,
        "arrow": "to"
      },
      {
        "from": 80,
        "to": 88,
        "arrow": "to"
      },
      {
        "from": 89,
        "to": 90,
        "arrow": "to"
      },
      {
        "from": 89,
        "to": 91,
        "arrow": "to"
      },
      {
        "from": 89,
        "to": 92,
        "arrow": "to",
        "color": "#2e9a48"
      },
      {
        "from": 92,
        "to": 93,
        "arrow": "to"
      },
      {
        "from": 92,
        "to": 94,
        "arrow": "to",
        "color": "#2e9a48"
      },
      {
        "from": 94,
        "to": 95,
        "arrow": "to"
      },
      {
        "from": 94,
        "to": 96,
        "arrow": "to"
      },
      {
        "from": 92,
        "to": 97,
        "arrow": "to",
        "color": "#2e9a48"
      },
      {
        "from": 97,
        "to": 98,
        "arrow": "to"
      },
      {
        "from": 97,
        "to": 99,
        "arrow": "to"
      },
      {
        "from": 92,
        "to": 100,
        "arrow": "to",
        "color": "#2e9a48"
      },
      {
        "from": 100,
        "to": 101,
        "arrow": "to"
      },
      {
        "from": 100,
        "to": 102,
        "arrow": "to"
      },
      {
        "from": 103,
        "to": 104,
        "arrow": "to"
      },
      {
        "from": 103,
        "to": 105,
        "arrow": "to"
      },
      {
        "from": 103,
        "to": 106,
        "arrow": "to"
      },
      {
        "from": 103,
        "to": 107,
        "arrow": "to"
      },
      {
        "from": 103,
        "to": 108,
        "arrow": "to"
      }
    ],
    "labels": [
      "ОБЩЕСТВОЗНАНИЕ",
      "ШКОЛЬНАЯ ПРОГРАММА 8-11 КЛАССОВ",
      "ПРАВО (часть1)",
      "ГОТОВИМСЯ К ОГЭ И ЕГЭ",
      "см. на обороте",
      "к понятию «институт» см. часть 2",
      "ОБЩЕСТВОЗНАНИЕ",
      "ШКОЛЬНАЯ ПРОГРАММА 8-11 КЛАССОВ",
      "ПРАВО (часть2)",
      "ГОТОВИМСЯ К ОГЭ И ЕГЭ",
      "см. на обороте",
      "к понятию «правовая норма», см. часть1",
      "УСЛОВНЫЕ ОБОЗНАЧЕНИЯ",
      "ПРАВО",
      "НОРМА",
      "СУД",
      "ПРИЗНАКИ",
      "МОДА",
      "*",
      "СЛОВАРЬ ТЕРМИНОВ"
    ],
    "legend": [
      {
        "text": "Логические связи между терминами, понятиями, явлениями общественных явлений"
      },
      {
        "text": "Содержательные связи между терминами, понятиями, явлениями общественных явлений"
      },
      {
        "text": "Главный термин"
      },
      {
        "text": "Ключевые термины, охватывающие значимую сферу общественных отношений и являющиеся основными для близких по смыслу понятий"
      },
      {
        "text": "Важные термины, отражающие явления, играющие существенную роль в социальных отношениях"
      },
      {
        "text": "Обобщающие понятия"
      },
      {
        "text": "Базовые термины, понятия, характеристики и явления общественных наук и обществоведческих категорий"
      },
      {
        "text": "– отмечены термины, раскрытые в словаре"
      }
    ]
  }
}
